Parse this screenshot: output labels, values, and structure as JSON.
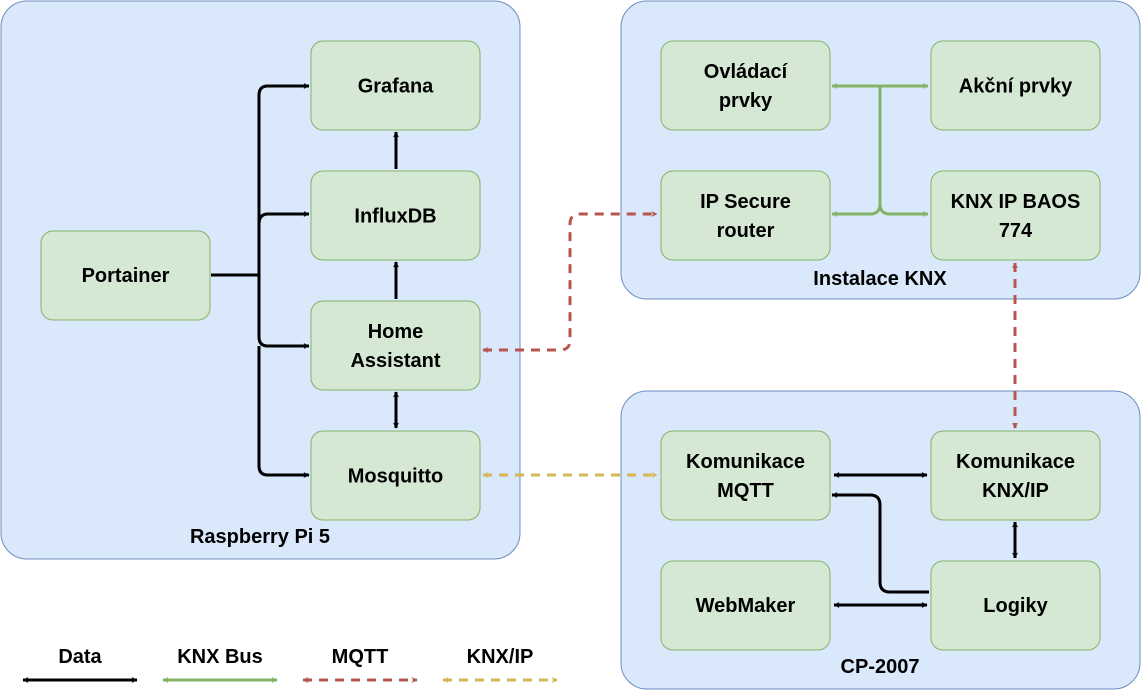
{
  "groups": {
    "raspberry": "Raspberry Pi 5",
    "knx_install": "Instalace KNX",
    "cp2007": "CP-2007"
  },
  "nodes": {
    "grafana": [
      "Grafana"
    ],
    "influxdb": [
      "InfluxDB"
    ],
    "portainer": [
      "Portainer"
    ],
    "home_assistant": [
      "Home",
      "Assistant"
    ],
    "mosquitto": [
      "Mosquitto"
    ],
    "ovladaci_prvky": [
      "Ovládací",
      "prvky"
    ],
    "akcni_prvky": [
      "Akční prvky"
    ],
    "ip_secure_router": [
      "IP Secure",
      "router"
    ],
    "knx_ip_baos": [
      "KNX IP BAOS",
      "774"
    ],
    "komunikace_mqtt": [
      "Komunikace",
      "MQTT"
    ],
    "komunikace_knxip": [
      "Komunikace",
      "KNX/IP"
    ],
    "webmaker": [
      "WebMaker"
    ],
    "logiky": [
      "Logiky"
    ]
  },
  "legend": {
    "data": "Data",
    "knx_bus": "KNX Bus",
    "mqtt": "MQTT",
    "knx_ip": "KNX/IP"
  },
  "colors": {
    "group_fill": "#dae8fc",
    "node_fill": "#d5e8d4",
    "data": "#000000",
    "knx_bus": "#82b366",
    "mqtt": "#b85450",
    "knx_ip": "#d6b656"
  }
}
